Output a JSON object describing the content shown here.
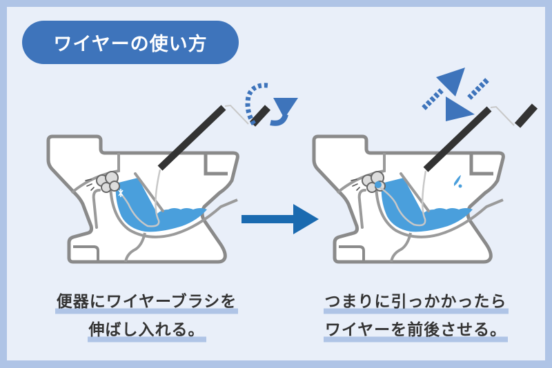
{
  "title": "ワイヤーの使い方",
  "steps": [
    {
      "caption_lines": [
        "便器にワイヤーブラシを",
        "伸ばし入れる。"
      ],
      "motion_icon": "rotate-arrow-icon"
    },
    {
      "caption_lines": [
        "つまりに引っかかったら",
        "ワイヤーを前後させる。"
      ],
      "motion_icon": "back-and-forth-arrows-icon"
    }
  ],
  "arrow_icon": "right-arrow-icon",
  "colors": {
    "frame": "#afc4e6",
    "background": "#e9eff9",
    "title_pill": "#3e74bb",
    "accent_arrow": "#1a6ab0",
    "water": "#4a9fdc",
    "outline": "#8a8a8a",
    "rod": "#333333",
    "text": "#333333",
    "highlight": "#afc4e6"
  }
}
